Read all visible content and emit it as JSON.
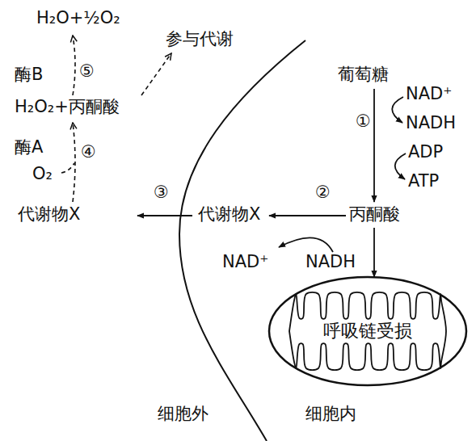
{
  "diagram": {
    "nodes": [
      {
        "text": [
          "呼吸链受损"
        ]
      }
    ],
    "labels": [
      "H₂O+½O₂",
      "参与代谢",
      "酶B",
      "⑤",
      "H₂O₂+丙酮酸",
      "酶A",
      "④",
      "O₂",
      "代谢物X",
      "③",
      "代谢物X",
      "②",
      "丙酮酸",
      "NAD⁺",
      "NADH",
      "葡萄糖",
      "NAD⁺",
      "NADH",
      "①",
      "ADP",
      "ATP",
      "细胞外",
      "细胞内"
    ]
  }
}
